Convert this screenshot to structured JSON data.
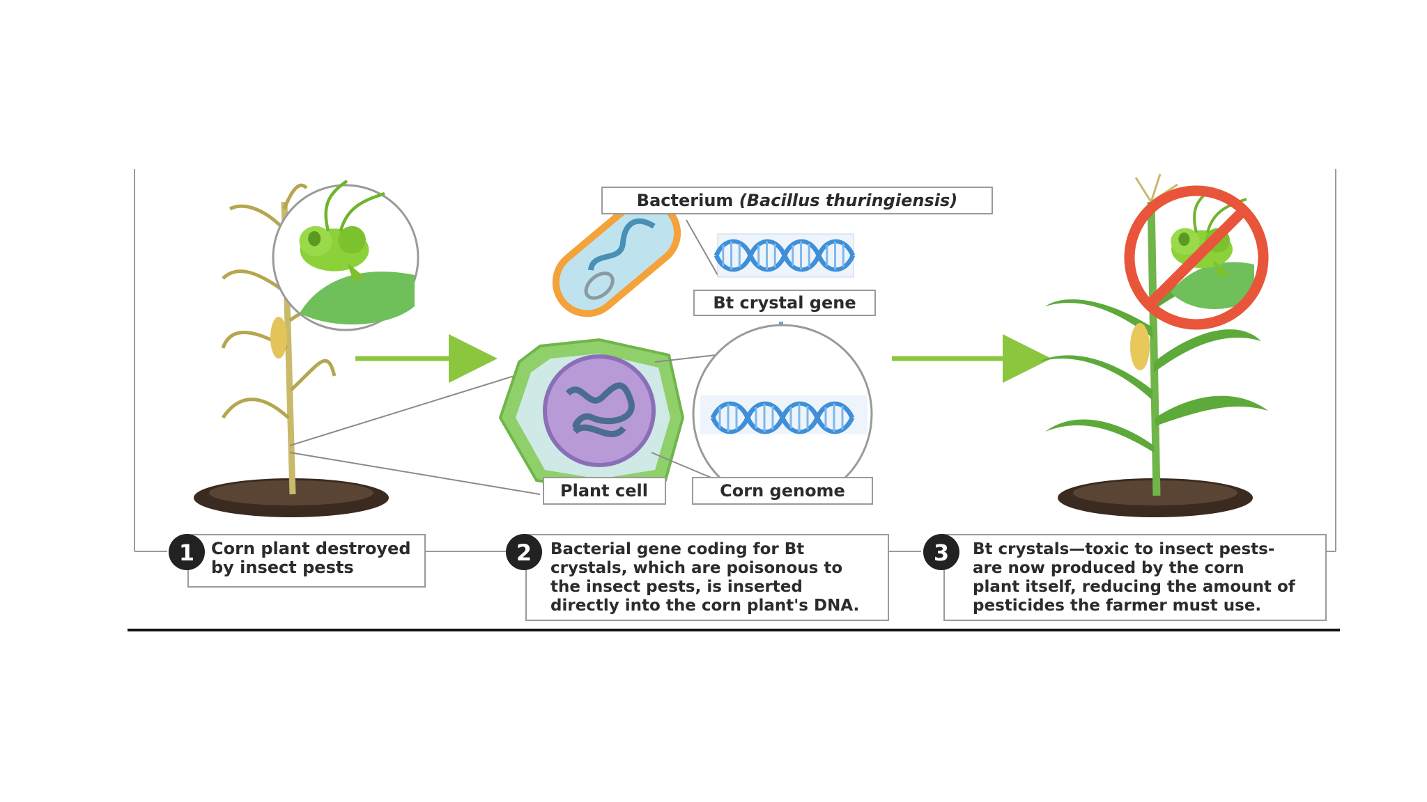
{
  "labels": {
    "bacterium_prefix": "Bacterium ",
    "bacterium_species": "(Bacillus thuringiensis)",
    "bt_crystal_gene": "Bt crystal gene",
    "plant_cell": "Plant cell",
    "corn_genome": "Corn genome"
  },
  "steps": [
    {
      "number": "1",
      "lines": [
        "Corn plant destroyed",
        "by insect pests"
      ]
    },
    {
      "number": "2",
      "lines": [
        "Bacterial gene coding for Bt",
        "crystals, which are poisonous to",
        "the insect pests, is inserted",
        "directly into the corn plant's DNA."
      ]
    },
    {
      "number": "3",
      "lines": [
        "Bt crystals—toxic to insect pests-",
        "are now produced by the corn",
        "plant itself, reducing the amount of",
        "pesticides the farmer must use."
      ]
    }
  ],
  "icons": {
    "insect_left": "grasshopper-icon",
    "insect_right": "grasshopper-icon",
    "no_symbol": "prohibition-icon",
    "dna": "dna-icon",
    "bacterium": "bacterium-icon",
    "plant_cell": "plant-cell-icon",
    "corn_plant": "corn-plant-icon"
  },
  "colors": {
    "arrow_green": "#8cc63f",
    "arrow_blue": "#5aa9e6",
    "dna_blue": "#3f8fd8",
    "leaf_green": "#5daa3a",
    "prohibit_red": "#e8553a",
    "badge_dark": "#222222"
  }
}
